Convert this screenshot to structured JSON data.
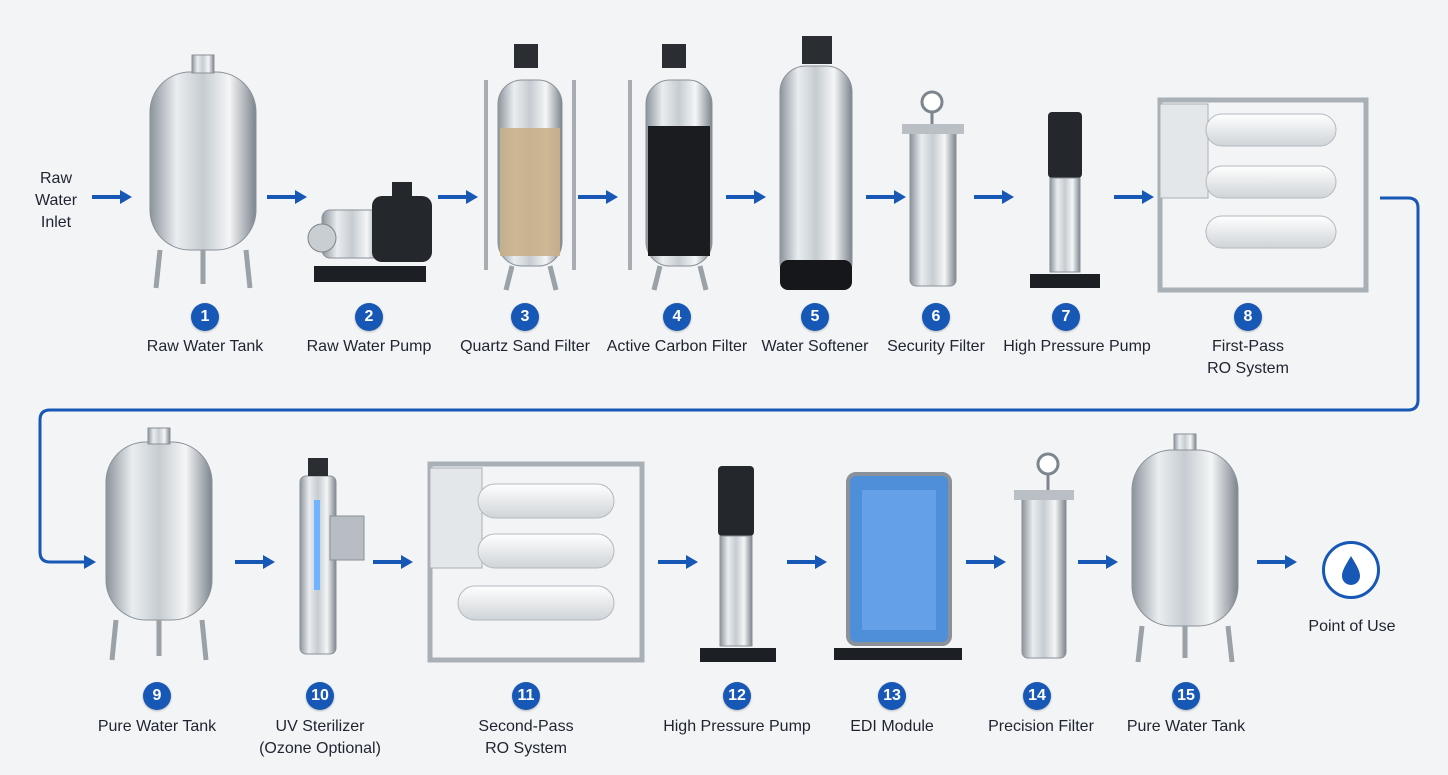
{
  "inlet_label": [
    "Raw",
    "Water",
    "Inlet"
  ],
  "outlet_label": "Point of Use",
  "accent_color": "#1757b5",
  "stages": [
    {
      "num": "1",
      "name": "Raw Water Tank",
      "icon": "tank-icon"
    },
    {
      "num": "2",
      "name": "Raw Water Pump",
      "icon": "horizontal-pump-icon"
    },
    {
      "num": "3",
      "name": "Quartz Sand Filter",
      "icon": "sand-filter-icon"
    },
    {
      "num": "4",
      "name": "Active Carbon Filter",
      "icon": "carbon-filter-icon"
    },
    {
      "num": "5",
      "name": "Water Softener",
      "icon": "softener-icon"
    },
    {
      "num": "6",
      "name": "Security Filter",
      "icon": "cartridge-filter-icon"
    },
    {
      "num": "7",
      "name": "High Pressure Pump",
      "icon": "vertical-pump-icon"
    },
    {
      "num": "8",
      "name": [
        "First-Pass",
        "RO System"
      ],
      "icon": "ro-system-icon"
    },
    {
      "num": "9",
      "name": "Pure Water Tank",
      "icon": "tank-icon"
    },
    {
      "num": "10",
      "name": [
        "UV Sterilizer",
        "(Ozone Optional)"
      ],
      "icon": "uv-sterilizer-icon"
    },
    {
      "num": "11",
      "name": [
        "Second-Pass",
        "RO System"
      ],
      "icon": "ro-system-icon"
    },
    {
      "num": "12",
      "name": "High Pressure Pump",
      "icon": "vertical-pump-icon"
    },
    {
      "num": "13",
      "name": "EDI Module",
      "icon": "edi-module-icon"
    },
    {
      "num": "14",
      "name": "Precision Filter",
      "icon": "cartridge-filter-icon"
    },
    {
      "num": "15",
      "name": "Pure Water Tank",
      "icon": "tank-icon"
    }
  ]
}
